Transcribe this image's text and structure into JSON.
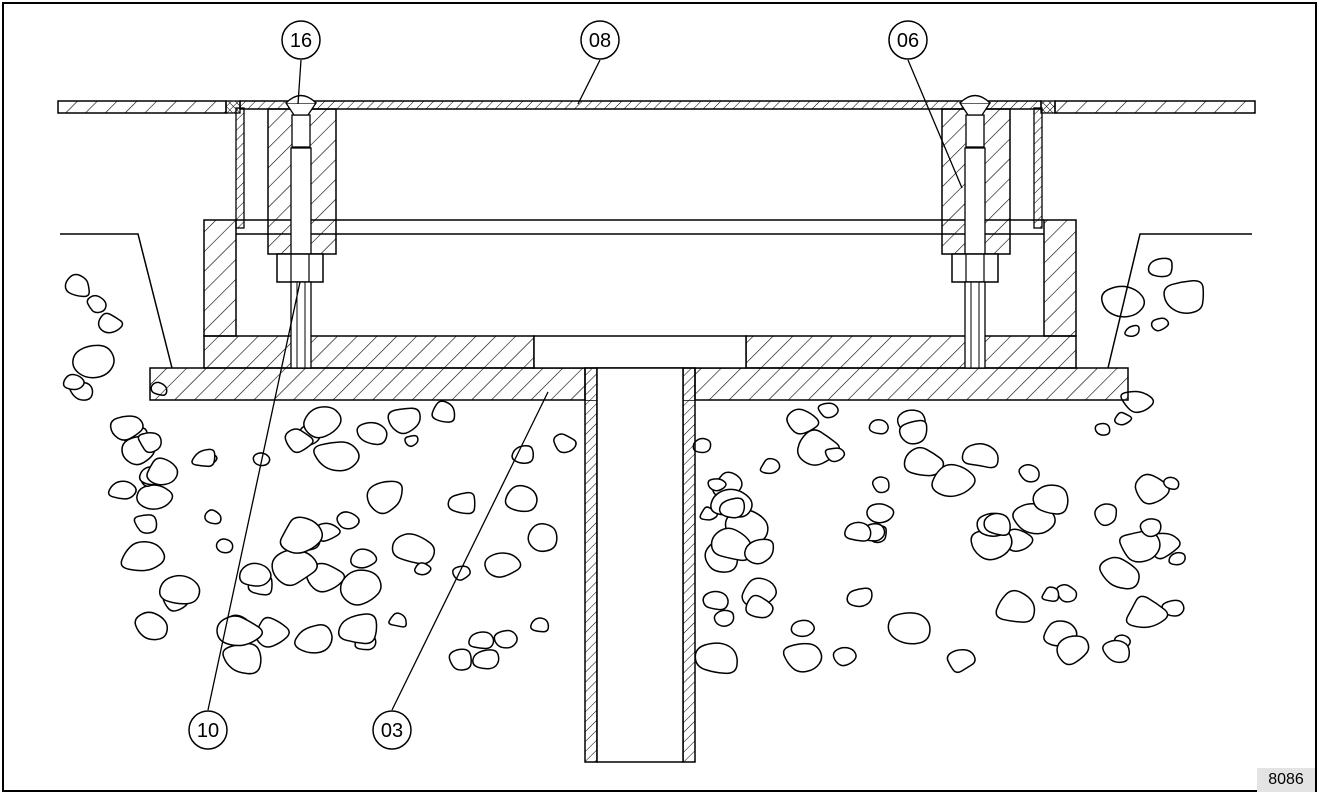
{
  "callouts": [
    {
      "id": "16",
      "label": "16"
    },
    {
      "id": "08",
      "label": "08"
    },
    {
      "id": "06",
      "label": "06"
    },
    {
      "id": "10",
      "label": "10"
    },
    {
      "id": "03",
      "label": "03"
    }
  ],
  "figure_number": "8086",
  "colors": {
    "line": "#000000",
    "background": "#ffffff",
    "figure_tag": "#e3e3e3"
  }
}
